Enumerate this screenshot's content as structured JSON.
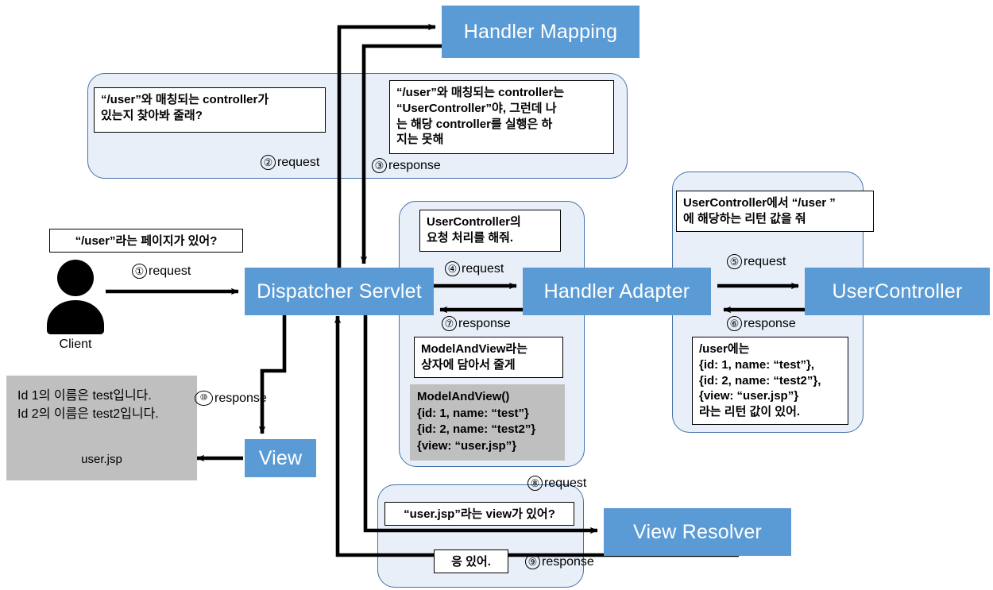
{
  "diagram": {
    "title": "Spring MVC Dispatcher Servlet Flow",
    "colors": {
      "process_box": "#5B9BD5",
      "panel_fill": "#E9EFF9",
      "panel_border": "#4472A8",
      "gray_fill": "#BFBFBF",
      "arrow": "#000000"
    }
  },
  "actors": {
    "client": {
      "icon": "person-icon",
      "label": "Client"
    }
  },
  "boxes": {
    "handler_mapping": "Handler Mapping",
    "dispatcher_servlet": "Dispatcher Servlet",
    "handler_adapter": "Handler Adapter",
    "user_controller": "UserController",
    "view": "View",
    "view_resolver": "View Resolver"
  },
  "notes": {
    "client_request": "“/user”라는 페이지가 있어?",
    "hm_request": "“/user”와 매칭되는 controller가\n있는지 찾아봐 줄래?",
    "hm_response": "“/user”와 매칭되는 controller는\n“UserController”야, 그런데 나\n는 해당 controller를 실행은 하\n지는 못해",
    "ha_request": "UserController의\n요청 처리를 해줘.",
    "ha_response": "ModelAndView라는\n상자에 담아서 줄게",
    "ha_response_data": "ModelAndView()\n{id: 1, name: “test”}\n{id: 2, name: “test2”}\n{view: “user.jsp”}",
    "uc_request": "UserController에서 “/user ”\n에 해당하는 리턴 값을 줘",
    "uc_response": "/user에는\n{id: 1, name: “test”},\n{id: 2, name: “test2”},\n{view: “user.jsp”}\n라는 리턴 값이 있어.",
    "vr_request": "“user.jsp”라는 view가 있어?",
    "vr_response": "응 있어."
  },
  "rendered_page": {
    "lines": [
      "Id 1의 이름은 test입니다.",
      "Id 2의 이름은 test2입니다."
    ],
    "filename": "user.jsp"
  },
  "steps": [
    {
      "num": "①",
      "n": "1",
      "kind": "request",
      "label": "request"
    },
    {
      "num": "②",
      "n": "2",
      "kind": "request",
      "label": "request"
    },
    {
      "num": "③",
      "n": "3",
      "kind": "response",
      "label": "response"
    },
    {
      "num": "④",
      "n": "4",
      "kind": "request",
      "label": "request"
    },
    {
      "num": "⑤",
      "n": "5",
      "kind": "request",
      "label": "request"
    },
    {
      "num": "⑥",
      "n": "6",
      "kind": "response",
      "label": "response"
    },
    {
      "num": "⑦",
      "n": "7",
      "kind": "response",
      "label": "response"
    },
    {
      "num": "⑧",
      "n": "8",
      "kind": "request",
      "label": "request"
    },
    {
      "num": "⑨",
      "n": "9",
      "kind": "response",
      "label": "response"
    },
    {
      "num": "⑩",
      "n": "10",
      "kind": "response",
      "label": "response"
    }
  ]
}
